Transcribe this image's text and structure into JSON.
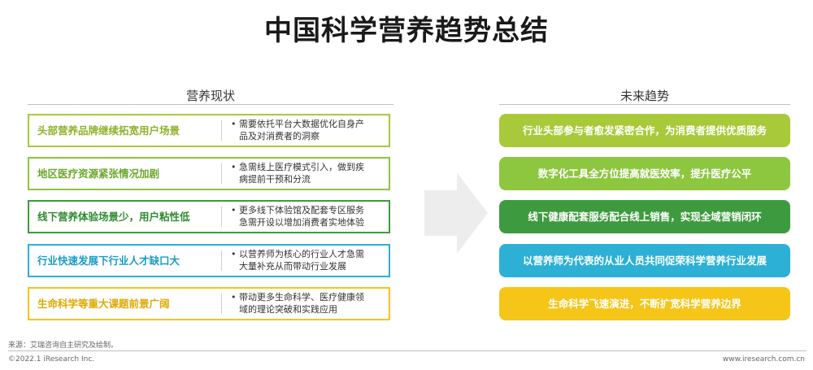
{
  "title": "中国科学营养趋势总结",
  "left": {
    "heading": "营养现状",
    "items": [
      {
        "label": "头部营养品牌继续拓宽用户场景",
        "desc1": "需要依托平台大数据优化自身产",
        "desc2": "品及对消费者的洞察",
        "color": "#a8c93a",
        "text_color": "#8fb22a"
      },
      {
        "label": "地区医疗资源紧张情况加剧",
        "desc1": "急需线上医疗模式引入，做到疾",
        "desc2": "病提前干预和分流",
        "color": "#8dc63f",
        "text_color": "#6aa72b"
      },
      {
        "label": "线下营养体验场景少，用户粘性低",
        "desc1": "更多线下体验馆及配套专区服务",
        "desc2": "急需开设以增加消费者实地体验",
        "color": "#3e9a3e",
        "text_color": "#2e8a2e"
      },
      {
        "label": "行业快速发展下行业人才缺口大",
        "desc1": "以营养师为核心的行业人才急需",
        "desc2": "大量补充从而带动行业发展",
        "color": "#2cb0d6",
        "text_color": "#1a9cc4"
      },
      {
        "label": "生命科学等重大课题前景广阔",
        "desc1": "带动更多生命科学、医疗健康领",
        "desc2": "域的理论突破和实践应用",
        "color": "#f5c518",
        "text_color": "#e0a800"
      }
    ]
  },
  "right": {
    "heading": "未来趋势",
    "items": [
      {
        "label": "行业头部参与者愈发紧密合作，为消费者提供优质服务",
        "color": "#a8c93a"
      },
      {
        "label": "数字化工具全方位提高就医效率，提升医疗公平",
        "color": "#8dc63f"
      },
      {
        "label": "线下健康配套服务配合线上销售，实现全域营销闭环",
        "color": "#3e9a3e"
      },
      {
        "label": "以营养师为代表的从业人员共同促荣科学营养行业发展",
        "color": "#2cb0d6"
      },
      {
        "label": "生命科学飞速演进，不断扩宽科学营养边界",
        "color": "#f5c518"
      }
    ]
  },
  "bullet": "•",
  "source": "来源：艾瑞咨询自主研究及绘制。",
  "copyright": "©2022.1 iResearch Inc.",
  "website": "www.iresearch.com.cn"
}
